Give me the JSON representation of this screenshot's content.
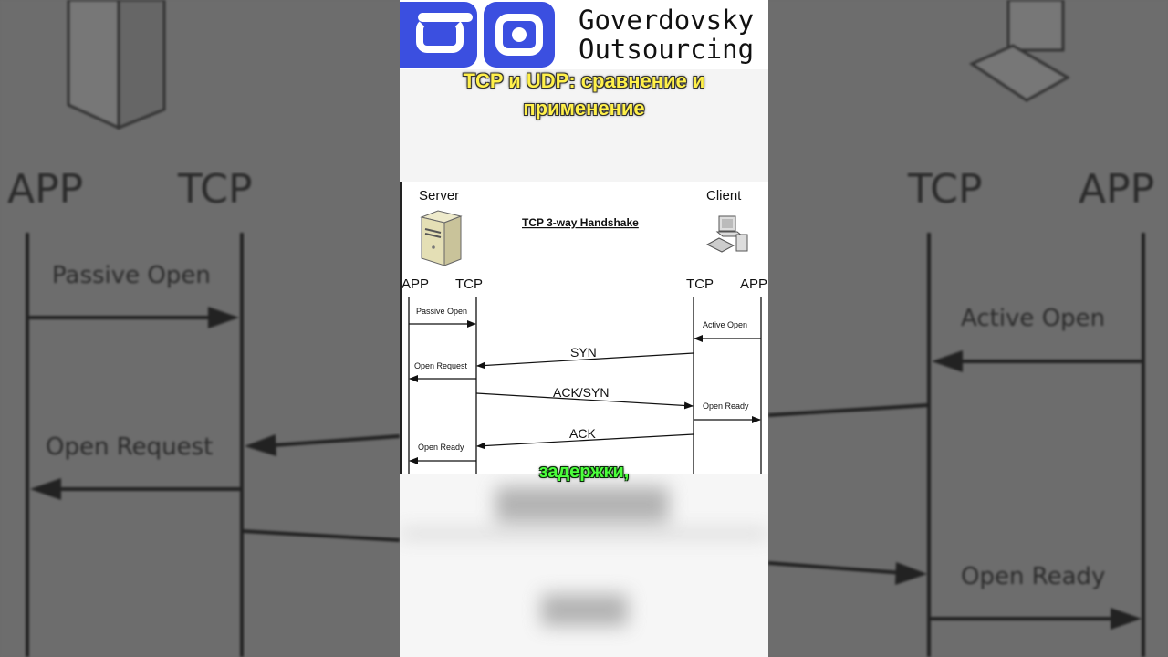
{
  "brand": {
    "name_line1": "Goverdovsky",
    "name_line2": "Outsourcing",
    "color": "#3b4fe0"
  },
  "title": {
    "line1": "TCP и UDP: сравнение и",
    "line2": "применение",
    "color": "#fff04a"
  },
  "subtitle": {
    "text": "задержки,",
    "color": "#4cff3c"
  },
  "diagram": {
    "heading": "TCP 3-way Handshake",
    "server_label": "Server",
    "client_label": "Client",
    "server_icon": "server-tower-icon",
    "client_icon": "desktop-computer-icon",
    "columns": {
      "app_left": "APP",
      "tcp_left": "TCP",
      "tcp_right": "TCP",
      "app_right": "APP"
    },
    "events": {
      "passive_open": "Passive Open",
      "active_open": "Active Open",
      "syn": "SYN",
      "open_request": "Open Request",
      "ack_syn": "ACK/SYN",
      "open_ready_client": "Open Ready",
      "ack": "ACK",
      "open_ready_server": "Open Ready"
    }
  }
}
